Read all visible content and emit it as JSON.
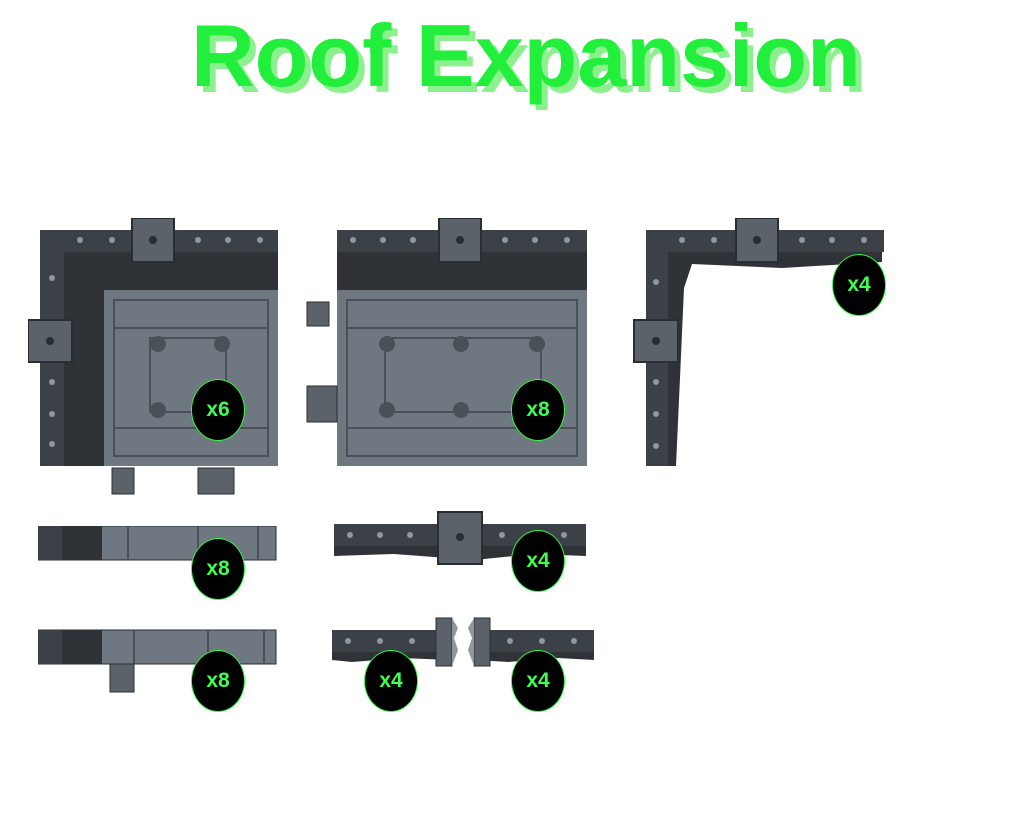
{
  "title": "Roof Expansion",
  "colors": {
    "title_fill": "#22ee3c",
    "title_shadow": "#8cf08f",
    "badge_bg": "#000000",
    "badge_text": "#3dff4f",
    "metal_dark": "#3c4147",
    "metal_mid": "#6f7780",
    "metal_light": "#98a1aa"
  },
  "pieces": [
    {
      "id": "corner-floor",
      "count": "x6"
    },
    {
      "id": "edge-floor",
      "count": "x8"
    },
    {
      "id": "corner-wall",
      "count": "x4"
    },
    {
      "id": "strip-floor",
      "count": "x8"
    },
    {
      "id": "wall-strip-center",
      "count": "x4"
    },
    {
      "id": "strip-floor-tab",
      "count": "x8"
    },
    {
      "id": "wall-broken-left",
      "count": "x4"
    },
    {
      "id": "wall-broken-right",
      "count": "x4"
    }
  ]
}
